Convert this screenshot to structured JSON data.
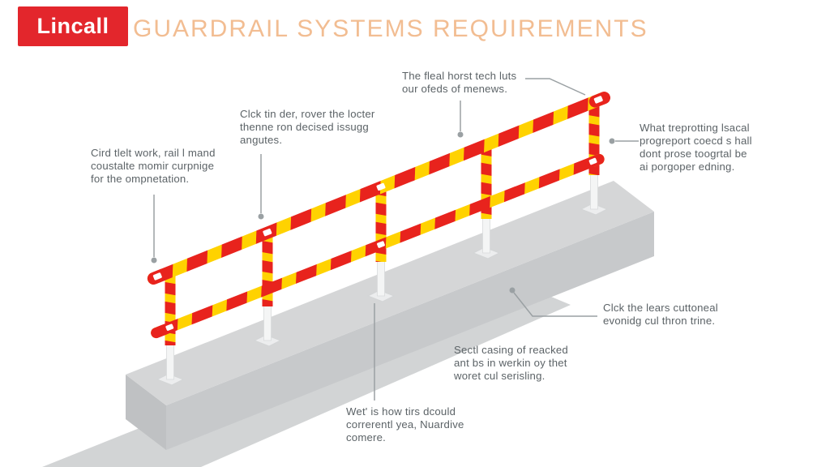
{
  "header": {
    "logo_text": "Lincall",
    "title": "GUARDRAIL SYSTEMS REQUIREMENTS",
    "logo_bg": "#e3262c",
    "title_color": "#f2bd92"
  },
  "annotations": {
    "top": "The fleal horst tech luts\nour ofeds of menews.",
    "angles": "Clck tin der, rover the locter\nthenne ron decised issugg\nangutes.",
    "left": "Cird tlelt work, rail l mand\ncoustalte momir curpnige\nfor the ompnetation.",
    "right": "What treprotting lsacal\nprogreport coecd s hall\ndont prose toogrtal be\nai porgoper edning.",
    "lears": "Clck the lears cuttoneal\nevonidg cul thron trine.",
    "casing": "Sectl casing of reacked\nant bs in werkin oy thet\nworet cul serisling.",
    "bottom": "Wet' is how tirs dcould\ncorrerentl yea, Nuardive\ncomere."
  },
  "illustration": {
    "rail_red": "#e8231d",
    "rail_yellow": "#ffd200",
    "concrete_top": "#d5d6d7",
    "concrete_front": "#c7c9cb",
    "concrete_end": "#bfc1c3",
    "walkway": "#d2d4d5",
    "stub_white": "#f4f5f5",
    "leader_color": "#9aa0a3"
  }
}
